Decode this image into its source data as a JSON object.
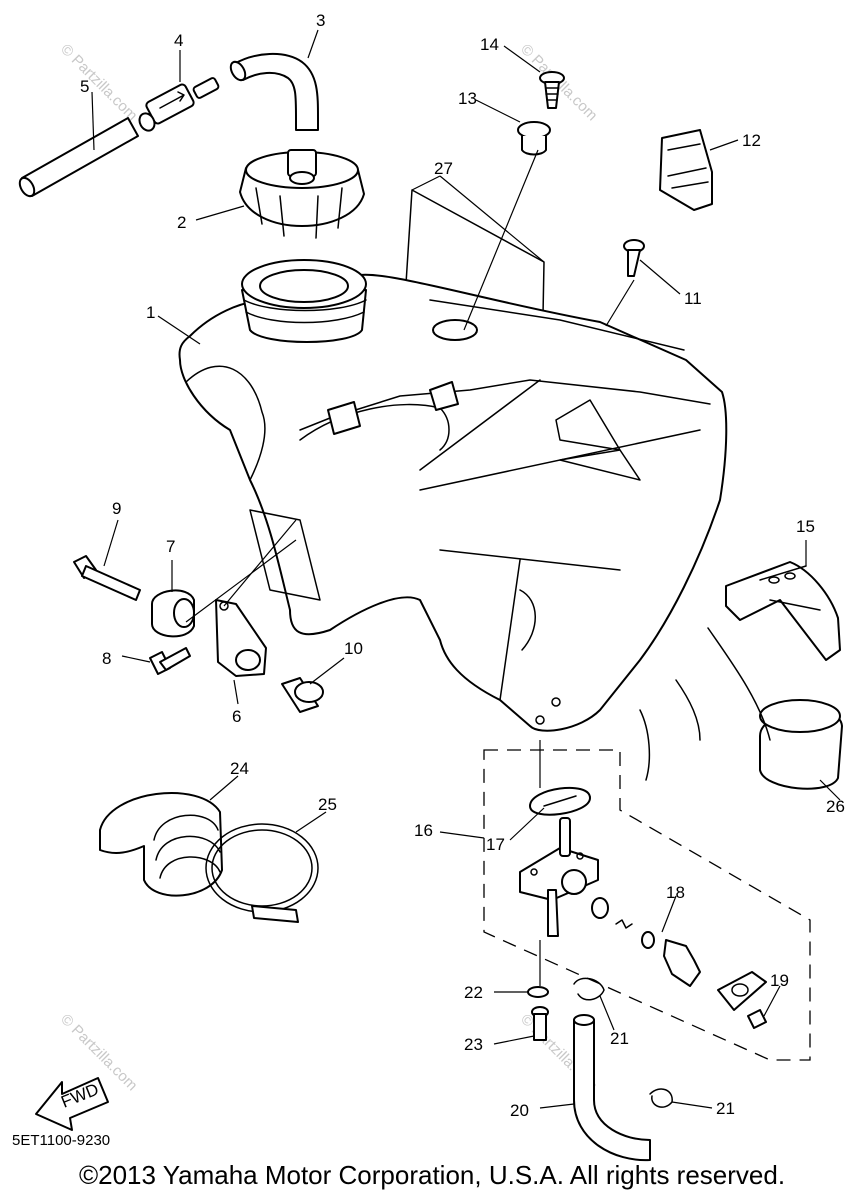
{
  "diagram_code": "5ET1100-9230",
  "copyright": "©2013 Yamaha Motor Corporation, U.S.A. All rights reserved.",
  "watermark": "© Partzilla.com",
  "fwd_label": "FWD",
  "callouts": {
    "c1": "1",
    "c2": "2",
    "c3": "3",
    "c4": "4",
    "c5": "5",
    "c6": "6",
    "c7": "7",
    "c8": "8",
    "c9": "9",
    "c10": "10",
    "c11": "11",
    "c12": "12",
    "c13": "13",
    "c14": "14",
    "c15": "15",
    "c16": "16",
    "c17": "17",
    "c18": "18",
    "c19": "19",
    "c20": "20",
    "c21a": "21",
    "c21b": "21",
    "c22": "22",
    "c23": "23",
    "c24": "24",
    "c25": "25",
    "c26": "26",
    "c27": "27"
  }
}
